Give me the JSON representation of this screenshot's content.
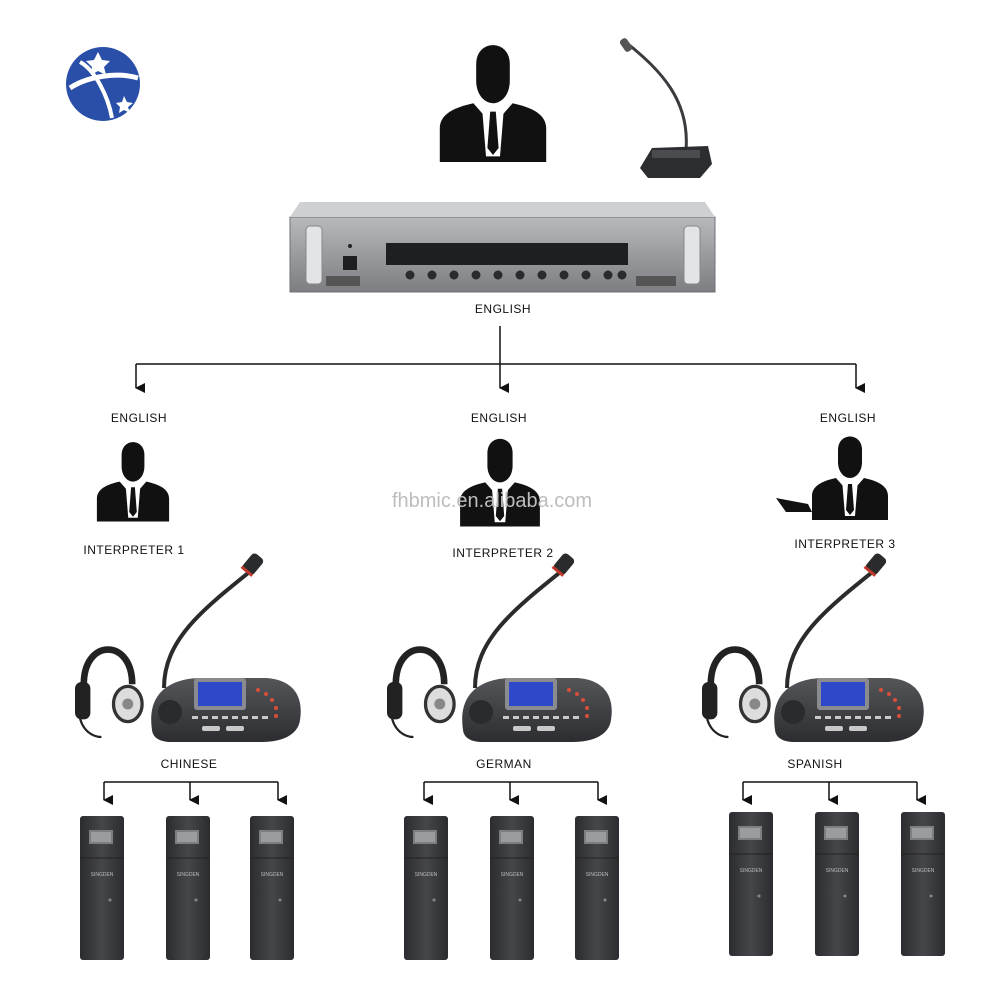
{
  "labels": {
    "source": "ENGLISH",
    "branch": [
      "ENGLISH",
      "ENGLISH",
      "ENGLISH"
    ],
    "interpreters": [
      "INTERPRETER 1",
      "INTERPRETER 2",
      "INTERPRETER 3"
    ],
    "languages": [
      "CHINESE",
      "GERMAN",
      "SPANISH"
    ]
  },
  "watermark": "fhbmic.en.alibaba.com",
  "colors": {
    "logo_blue": "#2a4fa8",
    "device_dark": "#3a3b3e",
    "rack_silver": "#9a9b9e",
    "screen_blue": "#2f47c9",
    "mic_red": "#c0392b"
  }
}
